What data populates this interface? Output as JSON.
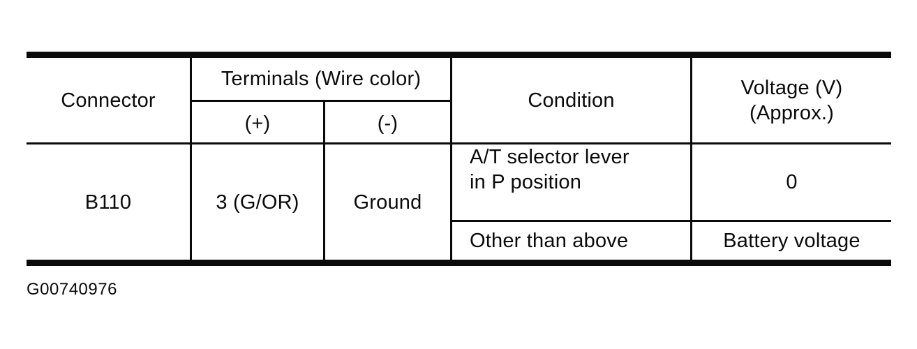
{
  "table": {
    "header": {
      "connector": "Connector",
      "terminals": "Terminals (Wire color)",
      "plus": "(+)",
      "minus": "(-)",
      "condition": "Condition",
      "voltage_line1": "Voltage (V)",
      "voltage_line2": "(Approx.)"
    },
    "body": {
      "connector": "B110",
      "terminal_plus": "3 (G/OR)",
      "terminal_minus": "Ground",
      "rows": [
        {
          "condition_line1": "A/T selector lever",
          "condition_line2": "in P position",
          "voltage": "0"
        },
        {
          "condition": "Other than above",
          "voltage": "Battery voltage"
        }
      ]
    }
  },
  "figure_label": "G00740976",
  "colors": {
    "ink": "#0a0a0a",
    "paper": "#ffffff"
  }
}
